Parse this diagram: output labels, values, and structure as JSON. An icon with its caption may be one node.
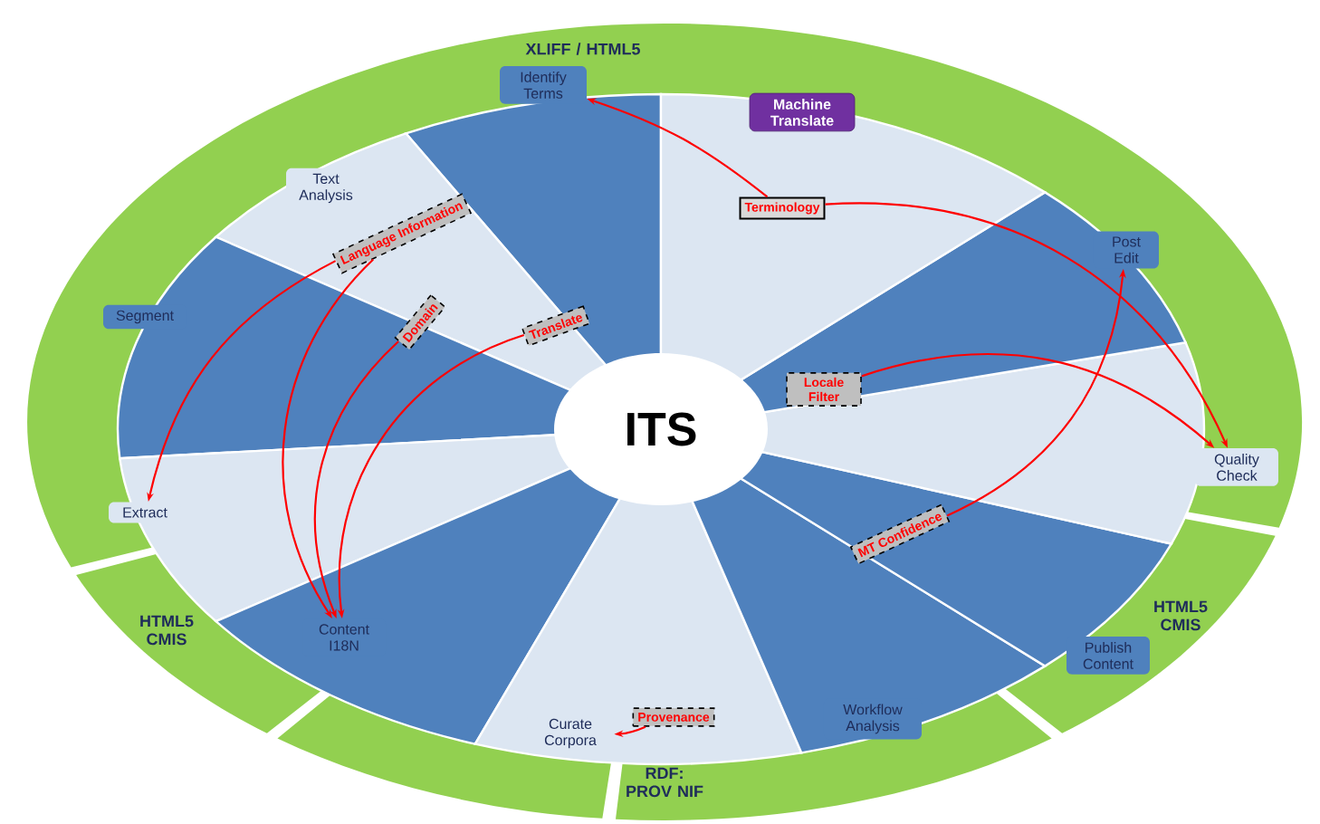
{
  "diagram": {
    "nodes": [
      {
        "text": [
          "ITS"
        ]
      },
      {
        "text": [
          "Identify Terms"
        ]
      },
      {
        "text": [
          "Machine Translate"
        ]
      },
      {
        "text": [
          "Post Edit"
        ]
      },
      {
        "text": [
          "Quality Check"
        ]
      },
      {
        "text": [
          "Publish Content"
        ]
      },
      {
        "text": [
          "Workflow Analysis"
        ]
      },
      {
        "text": [
          "Curate Corpora"
        ]
      },
      {
        "text": [
          "Content I18N"
        ]
      },
      {
        "text": [
          "Extract"
        ]
      },
      {
        "text": [
          "Segment"
        ]
      },
      {
        "text": [
          "Text Analysis"
        ]
      },
      {
        "text": [
          "Language Information"
        ]
      },
      {
        "text": [
          "Domain"
        ]
      },
      {
        "text": [
          "Translate"
        ]
      },
      {
        "text": [
          "Terminology"
        ]
      },
      {
        "text": [
          "Locale Filter"
        ]
      },
      {
        "text": [
          "MT Confidence"
        ]
      },
      {
        "text": [
          "Provenance"
        ]
      }
    ],
    "edges": [
      {
        "from": 12,
        "to": 9,
        "arrow": "to"
      },
      {
        "from": 12,
        "to": 8,
        "arrow": "to"
      },
      {
        "from": 13,
        "to": 8,
        "arrow": "to"
      },
      {
        "from": 14,
        "to": 8,
        "arrow": "to"
      },
      {
        "from": 15,
        "to": 1,
        "arrow": "to"
      },
      {
        "from": 15,
        "to": 4,
        "arrow": "to"
      },
      {
        "from": 16,
        "to": 4,
        "arrow": "to"
      },
      {
        "from": 17,
        "to": 3,
        "arrow": "to"
      },
      {
        "from": 18,
        "to": 7,
        "arrow": "to"
      }
    ],
    "labels": [
      "XLIFF / HTML5",
      "HTML5 CMIS",
      "HTML5 CMIS",
      "RDF: PROV NIF"
    ]
  }
}
